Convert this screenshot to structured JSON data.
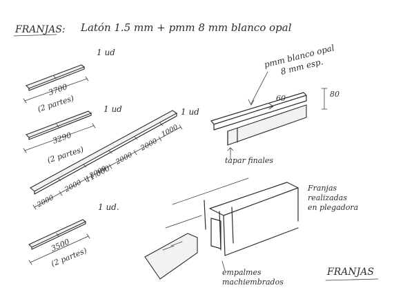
{
  "header": {
    "sheet_label": "FRANJAS:",
    "material": "Latón 1.5 mm + pmm 8 mm blanco opal"
  },
  "pieces": [
    {
      "qty": "1 ud",
      "length": "3700",
      "parts": "(2 partes)"
    },
    {
      "qty": "1 ud",
      "length": "3290",
      "parts": "(2 partes)"
    },
    {
      "qty": "1 ud",
      "total": "11.000",
      "segments": [
        "2000",
        "2000",
        "2000",
        "2000",
        "2000",
        "1000"
      ]
    },
    {
      "qty": "1 ud.",
      "length": "3500",
      "parts": "(2 partes)"
    }
  ],
  "profile_detail": {
    "label_pmm": "pmm blanco opal",
    "label_pmm_2": "8 mm esp.",
    "width": "60",
    "height": "80",
    "end_caps": "tapar finales"
  },
  "assembly_detail": {
    "label_1": "Franjas",
    "label_2": "realizadas",
    "label_3": "en plegadora",
    "joints_1": "empalmes",
    "joints_2": "machiembrados"
  },
  "footer": {
    "title": "FRANJAS"
  }
}
